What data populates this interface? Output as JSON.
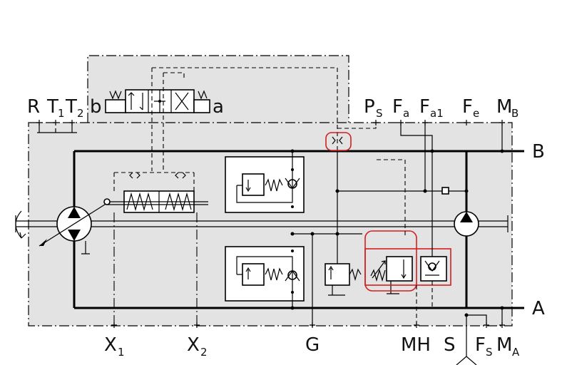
{
  "ports_top": {
    "R": "R",
    "T1": "T",
    "T1_sub": "1",
    "T2": "T",
    "T2_sub": "2",
    "b": "b",
    "a": "a",
    "PS": "P",
    "PS_sub": "S",
    "Fa": "F",
    "Fa_sub": "a",
    "Fa1": "F",
    "Fa1_sub": "a1",
    "Fe": "F",
    "Fe_sub": "e",
    "MB": "M",
    "MB_sub": "B"
  },
  "ports_side": {
    "B": "B",
    "A": "A"
  },
  "ports_bottom": {
    "X1": "X",
    "X1_sub": "1",
    "X2": "X",
    "X2_sub": "2",
    "G": "G",
    "MH": "MH",
    "S": "S",
    "FS": "F",
    "FS_sub": "S",
    "MA": "M",
    "MA_sub": "A"
  },
  "highlight_color": "#d21f1f"
}
